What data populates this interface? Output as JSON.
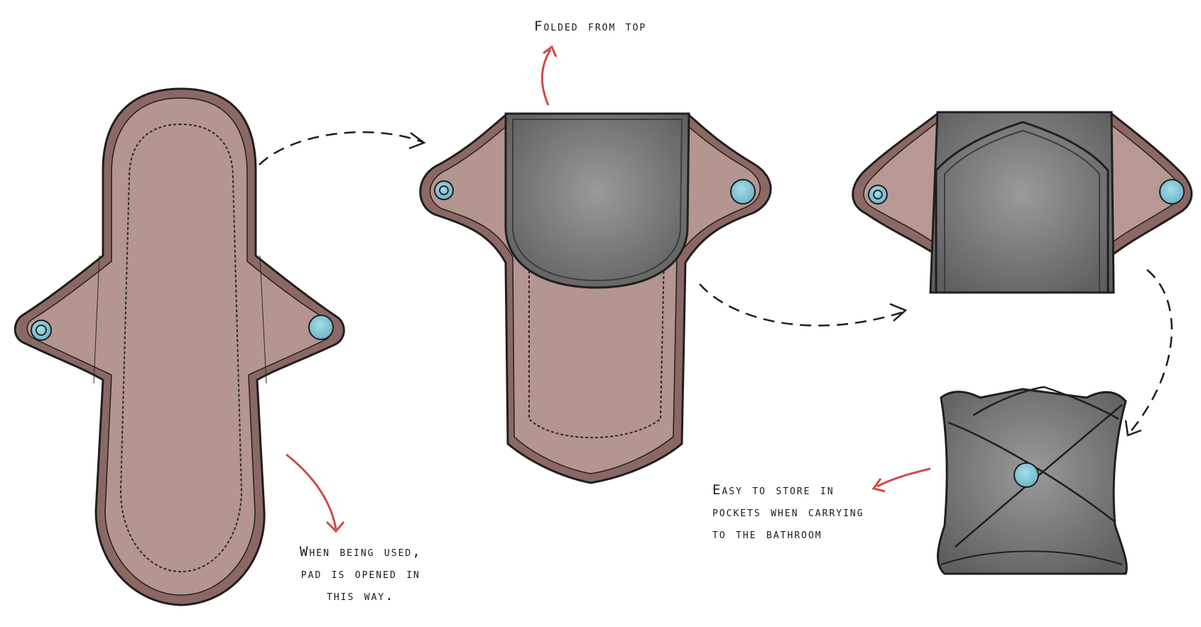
{
  "captions": {
    "folded": "Folded from top",
    "opened": [
      "When being used,",
      "pad is opened in",
      "this way."
    ],
    "store": [
      "Easy to store in",
      "pockets when carrying",
      "to the bathroom"
    ]
  },
  "colors": {
    "pad_fabric": "#b49590",
    "pad_edge": "#8c6864",
    "wing_inner": "#b89894",
    "felt": "#7a7a7a",
    "felt_dark": "#5a5a5a",
    "snap": "#7cc3d6",
    "snap_edge": "#3a6c7a",
    "arrow_red": "#cf4a4a",
    "outline": "#1f1f1f"
  },
  "icons": {
    "snap": "snap-button-icon",
    "arrow": "curved-arrow-icon"
  }
}
